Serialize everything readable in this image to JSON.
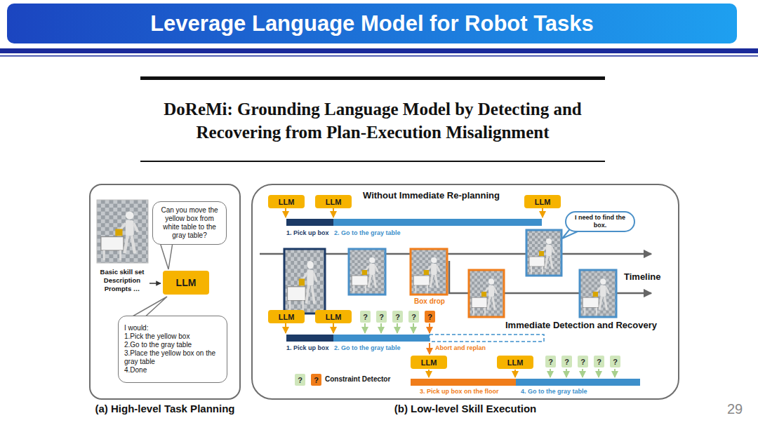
{
  "diagram": {
    "title": "Leverage Language Model for Robot Tasks",
    "nodes": [
      {
        "text": [
          "(a) High-level Task Planning"
        ]
      },
      {
        "text": [
          "Can you move the yellow box from white table to the gray table?"
        ],
        "in": 0
      },
      {
        "text": [
          "LLM"
        ],
        "in": 0
      },
      {
        "text": [
          "I would:",
          "1.Pick the yellow box",
          "2.Go to the gray table",
          "3.Place the yellow box on the gray table",
          "4.Done"
        ],
        "in": 0
      },
      {
        "text": [
          "(b) Low-level Skill Execution"
        ]
      },
      {
        "text": [
          "LLM"
        ],
        "in": 4
      },
      {
        "text": [
          "LLM"
        ],
        "in": 4
      },
      {
        "text": [
          "LLM"
        ],
        "in": 4
      },
      {
        "text": [
          "I need to find the box."
        ],
        "in": 4
      },
      {
        "text": [
          "LLM"
        ],
        "in": 4
      },
      {
        "text": [
          "LLM"
        ],
        "in": 4
      },
      {
        "text": [
          "?"
        ],
        "in": 4
      },
      {
        "text": [
          "?"
        ],
        "in": 4
      },
      {
        "text": [
          "?"
        ],
        "in": 4
      },
      {
        "text": [
          "?"
        ],
        "in": 4
      },
      {
        "text": [
          "?"
        ],
        "in": 4
      },
      {
        "text": [
          "LLM"
        ],
        "in": 4
      },
      {
        "text": [
          "LLM"
        ],
        "in": 4
      },
      {
        "text": [
          "?"
        ],
        "in": 4
      },
      {
        "text": [
          "?"
        ],
        "in": 4
      },
      {
        "text": [
          "?"
        ],
        "in": 4
      },
      {
        "text": [
          "?"
        ],
        "in": 4
      },
      {
        "text": [
          "?"
        ],
        "in": 4
      },
      {
        "text": [
          "?"
        ],
        "in": 4
      },
      {
        "text": [
          "?"
        ],
        "in": 4
      }
    ],
    "labels": [
      "DoReMi: Grounding Language Model by Detecting and Recovering from Plan-Execution Misalignment",
      "Basic skill set Description Prompts …",
      "Without Immediate Re-planning",
      "1. Pick up box",
      "2. Go to the gray table",
      "Timeline",
      "Box drop",
      "Immediate Detection and Recovery",
      "1. Pick up box",
      "2. Go to the gray table",
      "Abort and replan",
      "3. Pick up box on the floor",
      "4. Go to the gray table",
      "Constraint Detector",
      "29"
    ]
  }
}
